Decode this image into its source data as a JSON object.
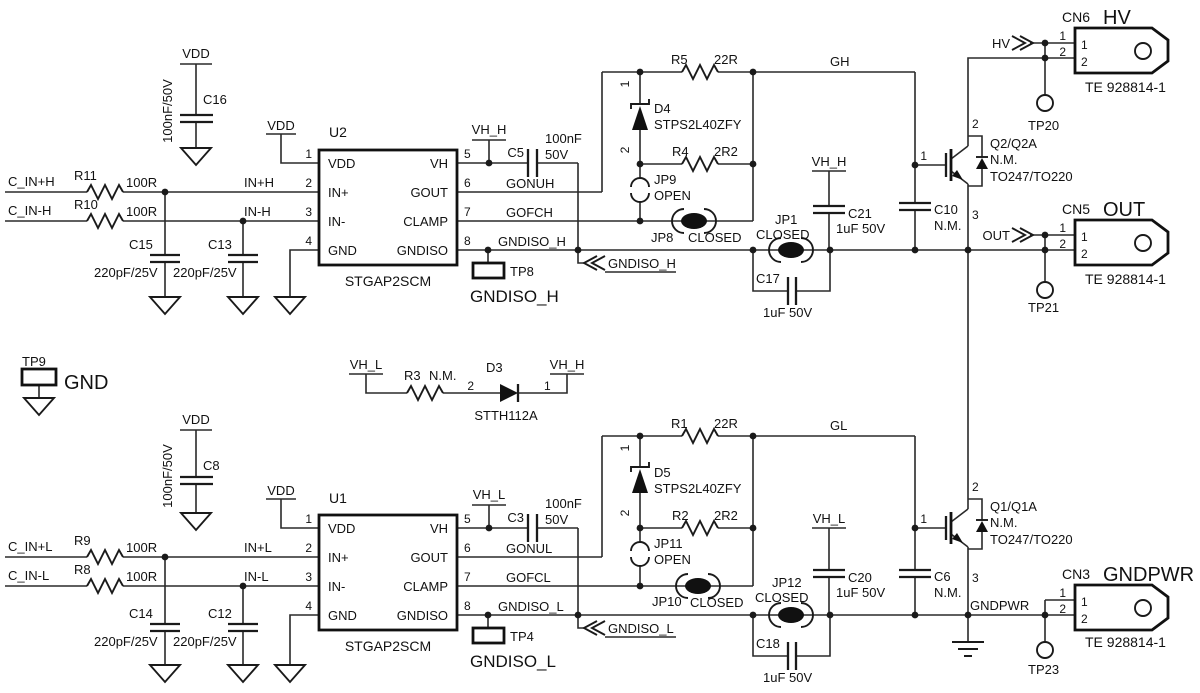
{
  "nets": {
    "vdd": "VDD",
    "vh_h": "VH_H",
    "vh_l": "VH_L",
    "gh": "GH",
    "gl": "GL",
    "hv": "HV",
    "out": "OUT",
    "gndpwr": "GNDPWR",
    "gnd": "GND",
    "gndiso_h": "GNDISO_H",
    "gndiso_l": "GNDISO_L",
    "c_in_ph": "C_IN+H",
    "c_in_mh": "C_IN-H",
    "c_in_pl": "C_IN+L",
    "c_in_ml": "C_IN-L",
    "in_ph": "IN+H",
    "in_mh": "IN-H",
    "in_pl": "IN+L",
    "in_ml": "IN-L",
    "gonuh": "GONUH",
    "gofch": "GOFCH",
    "gonul": "GONUL",
    "gofcl": "GOFCL"
  },
  "pn": {
    "p1": "1",
    "p2": "2",
    "p3": "3",
    "p4": "4",
    "p5": "5",
    "p6": "6",
    "p7": "7",
    "p8": "8"
  },
  "ics": {
    "u2": {
      "ref": "U2",
      "part": "STGAP2SCM",
      "l1": "VDD",
      "l2": "IN+",
      "l3": "IN-",
      "l4": "GND",
      "r1": "VH",
      "r2": "GOUT",
      "r3": "CLAMP",
      "r4": "GNDISO"
    },
    "u1": {
      "ref": "U1",
      "part": "STGAP2SCM",
      "l1": "VDD",
      "l2": "IN+",
      "l3": "IN-",
      "l4": "GND",
      "r1": "VH",
      "r2": "GOUT",
      "r3": "CLAMP",
      "r4": "GNDISO"
    }
  },
  "res": {
    "r11": {
      "ref": "R11",
      "val": "100R"
    },
    "r10": {
      "ref": "R10",
      "val": "100R"
    },
    "r9": {
      "ref": "R9",
      "val": "100R"
    },
    "r8": {
      "ref": "R8",
      "val": "100R"
    },
    "r5": {
      "ref": "R5",
      "val": "22R"
    },
    "r4": {
      "ref": "R4",
      "val": "2R2"
    },
    "r1": {
      "ref": "R1",
      "val": "22R"
    },
    "r2": {
      "ref": "R2",
      "val": "2R2"
    },
    "r3": {
      "ref": "R3",
      "val": "N.M."
    }
  },
  "caps": {
    "c16": {
      "ref": "C16",
      "val": "100nF/50V"
    },
    "c8": {
      "ref": "C8",
      "val": "100nF/50V"
    },
    "c15": {
      "ref": "C15",
      "val": "220pF/25V"
    },
    "c13": {
      "ref": "C13",
      "val": "220pF/25V"
    },
    "c14": {
      "ref": "C14",
      "val": "220pF/25V"
    },
    "c12": {
      "ref": "C12",
      "val": "220pF/25V"
    },
    "c5": {
      "ref": "C5",
      "v1": "100nF",
      "v2": "50V"
    },
    "c3": {
      "ref": "C3",
      "v1": "100nF",
      "v2": "50V"
    },
    "c21": {
      "ref": "C21",
      "val": "1uF 50V"
    },
    "c17": {
      "ref": "C17",
      "val": "1uF 50V"
    },
    "c20": {
      "ref": "C20",
      "val": "1uF 50V"
    },
    "c18": {
      "ref": "C18",
      "val": "1uF 50V"
    },
    "c10": {
      "ref": "C10",
      "val": "N.M."
    },
    "c6": {
      "ref": "C6",
      "val": "N.M."
    }
  },
  "diodes": {
    "d4": {
      "ref": "D4",
      "part": "STPS2L40ZFY"
    },
    "d5": {
      "ref": "D5",
      "part": "STPS2L40ZFY"
    },
    "d3": {
      "ref": "D3",
      "part": "STTH112A"
    }
  },
  "jumpers": {
    "jp9": {
      "ref": "JP9",
      "state": "OPEN"
    },
    "jp11": {
      "ref": "JP11",
      "state": "OPEN"
    },
    "jp8": {
      "ref": "JP8",
      "state": "CLOSED"
    },
    "jp10": {
      "ref": "JP10",
      "state": "CLOSED"
    },
    "jp1": {
      "ref": "JP1",
      "state": "CLOSED"
    },
    "jp12": {
      "ref": "JP12",
      "state": "CLOSED"
    }
  },
  "trans": {
    "q2": {
      "ref": "Q2/Q2A",
      "nm": "N.M.",
      "pkg": "TO247/TO220"
    },
    "q1": {
      "ref": "Q1/Q1A",
      "nm": "N.M.",
      "pkg": "TO247/TO220"
    }
  },
  "tps": {
    "tp8": "TP8",
    "tp4": "TP4",
    "tp9": "TP9",
    "tp20": "TP20",
    "tp21": "TP21",
    "tp23": "TP23"
  },
  "conns": {
    "cn6": {
      "ref": "CN6",
      "name": "HV",
      "part": "TE 928814-1"
    },
    "cn5": {
      "ref": "CN5",
      "name": "OUT",
      "part": "TE 928814-1"
    },
    "cn3": {
      "ref": "CN3",
      "name": "GNDPWR",
      "part": "TE 928814-1"
    }
  }
}
